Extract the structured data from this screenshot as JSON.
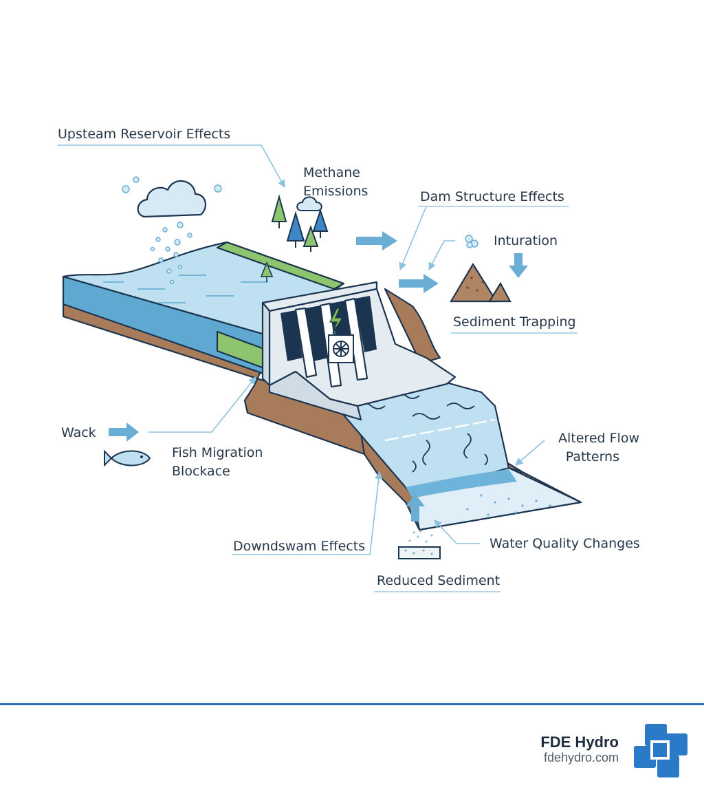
{
  "diagram": {
    "labels": {
      "upstream": "Upsteam Reservoir Effects",
      "methane_line1": "Methane",
      "methane_line2": "Emissions",
      "dam_structure": "Dam Structure Effects",
      "inturation": "Inturation",
      "sediment_trapping": "Sediment Trapping",
      "wack": "Wack",
      "fish_line1": "Fish Migration",
      "fish_line2": "Blockace",
      "altered_line1": "Altered Flow",
      "altered_line2": "Patterns",
      "downstream": "Downdswam Effects",
      "water_quality": "Water Quality Changes",
      "reduced_sediment": "Reduced Sediment"
    },
    "icons": [
      "cloud-icon",
      "tree-icon",
      "lightning-icon",
      "turbine-icon",
      "mountain-icon",
      "fish-icon",
      "sediment-block-icon",
      "logo-icon"
    ],
    "colors": {
      "water": "#bfe0f0",
      "water_dark": "#5fa8d1",
      "grass": "#8cc56d",
      "earth": "#a87b5a",
      "concrete": "#e4ebf1",
      "outline": "#1b3550",
      "arrow": "#6aaed6",
      "footer_rule": "#2e72b8",
      "logo": "#2a7ac7"
    }
  },
  "footer": {
    "brand_name": "FDE Hydro",
    "brand_url": "fdehydro.com"
  }
}
